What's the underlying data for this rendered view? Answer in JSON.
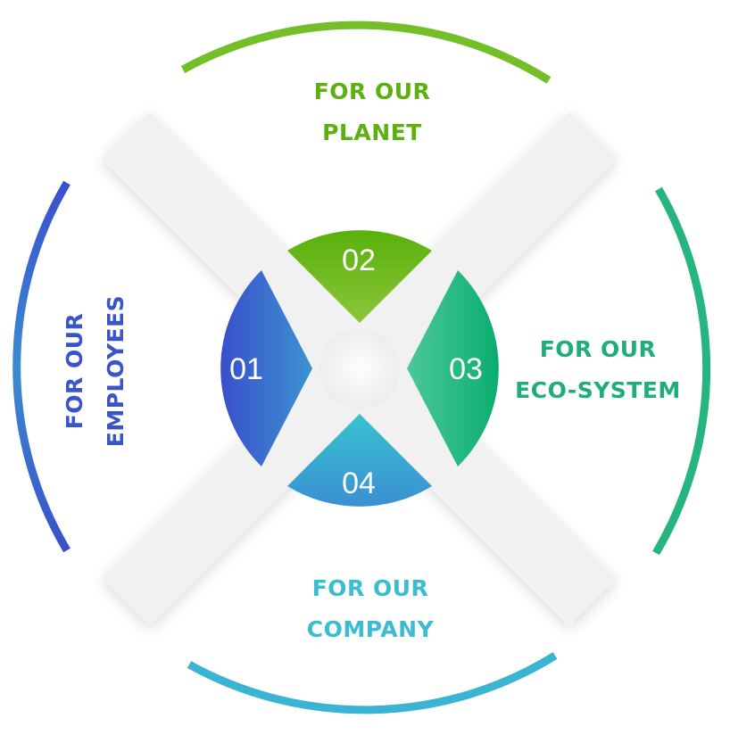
{
  "colors": {
    "planet": "#5cb10f",
    "ecosystem": "#1fae7a",
    "company": "#3bbcd0",
    "employees": "#3a55c8"
  },
  "segments": [
    {
      "number": "01",
      "line1": "FOR OUR",
      "line2": "EMPLOYEES"
    },
    {
      "number": "02",
      "line1": "FOR OUR",
      "line2": "PLANET"
    },
    {
      "number": "03",
      "line1": "FOR OUR",
      "line2": "ECO-SYSTEM"
    },
    {
      "number": "04",
      "line1": "FOR OUR",
      "line2": "COMPANY"
    }
  ]
}
